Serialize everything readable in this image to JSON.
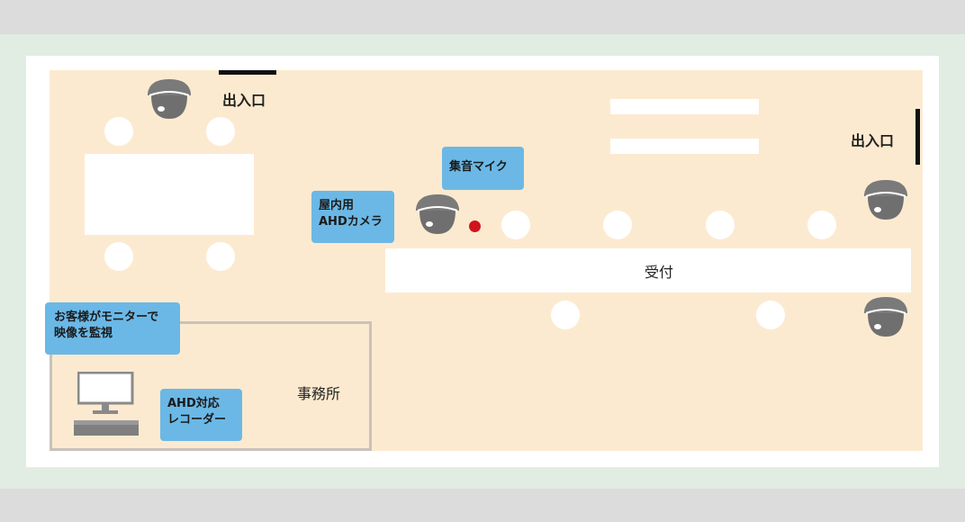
{
  "floor_plan": {
    "entrances": [
      {
        "label": "出入口",
        "position": "top"
      },
      {
        "label": "出入口",
        "position": "right"
      }
    ],
    "reception": {
      "label": "受付"
    },
    "office": {
      "label": "事務所"
    },
    "callouts": {
      "indoor_camera": {
        "line1": "屋内用",
        "line2": "AHDカメラ"
      },
      "microphone": {
        "line1": "集音マイク"
      },
      "monitor": {
        "line1": "お客様がモニターで",
        "line2": "映像を監視"
      },
      "recorder": {
        "line1": "AHD対応",
        "line2": "レコーダー"
      }
    },
    "icons": {
      "camera": "dome-camera-icon",
      "microphone": "microphone-dot-icon",
      "monitor": "monitor-icon",
      "recorder": "recorder-icon"
    },
    "colors": {
      "floor": "#fcead0",
      "callout": "#6bb8e6",
      "camera": "#7a7a7a",
      "microphone": "#d0141c",
      "band": "#e1ede3",
      "background": "#dcdcdc"
    }
  }
}
